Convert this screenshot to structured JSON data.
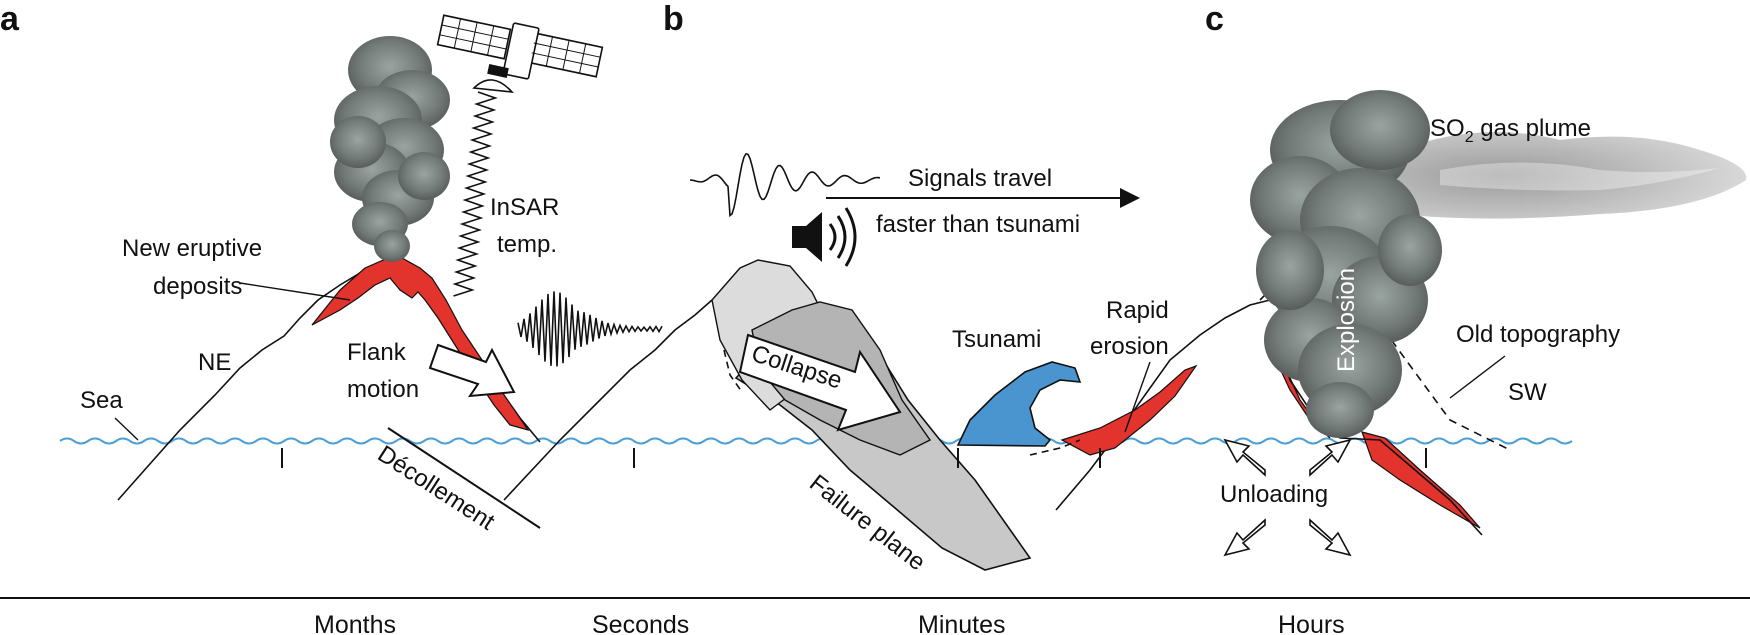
{
  "panels": [
    {
      "letter": "a"
    },
    {
      "letter": "b"
    },
    {
      "letter": "c"
    }
  ],
  "panel_a": {
    "sea": "Sea",
    "ne": "NE",
    "new_eruptive_1": "New eruptive",
    "new_eruptive_2": "deposits",
    "insar_1": "InSAR",
    "insar_2": "temp.",
    "flank_1": "Flank",
    "flank_2": "motion",
    "decollement": "Décollement"
  },
  "panel_b": {
    "signals_1": "Signals travel",
    "signals_2": "faster than tsunami",
    "collapse": "Collapse",
    "tsunami": "Tsunami",
    "failure_plane": "Failure plane"
  },
  "panel_c": {
    "so2_prefix": "SO",
    "so2_sub": "2",
    "so2_suffix": " gas plume",
    "rapid_1": "Rapid",
    "rapid_2": "erosion",
    "explosion": "Explosion",
    "old_topo": "Old topography",
    "sw": "SW",
    "unloading": "Unloading"
  },
  "timeline": [
    "Months",
    "Seconds",
    "Minutes",
    "Hours"
  ],
  "colors": {
    "sea": "#4a9fd6",
    "deposit": "#e2332d",
    "tsunami": "#4a95cf",
    "collapse_light": "#dcdcdc",
    "collapse_dark": "#b4b4b4",
    "plume": "#737b78",
    "gas": "#c2c2c2"
  }
}
